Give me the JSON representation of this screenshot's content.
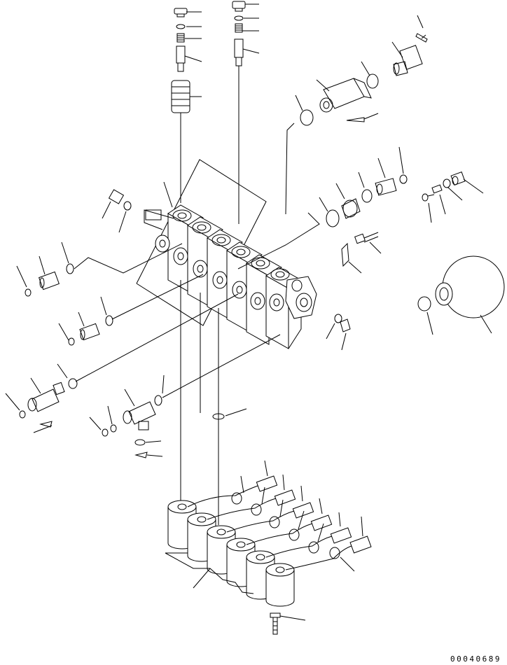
{
  "diagram": {
    "drawing_number": "00040689",
    "components": [
      "plug",
      "o-ring",
      "spring",
      "spool",
      "valve-body",
      "fitting",
      "elbow-fitting",
      "pressure-switch",
      "solenoid-valve",
      "connector",
      "clamp",
      "bolt",
      "plate",
      "accumulator"
    ]
  }
}
